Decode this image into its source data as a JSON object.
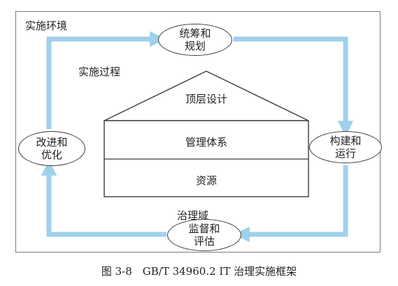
{
  "environment_label": "实施环境",
  "process_label": "实施过程",
  "domain_label": "治理域",
  "cycle": {
    "plan": [
      "统筹和",
      "规划"
    ],
    "build": [
      "构建和",
      "运行"
    ],
    "monitor": [
      "监督和",
      "评估"
    ],
    "improve": [
      "改进和",
      "优化"
    ]
  },
  "house": {
    "roof": "顶层设计",
    "middle": "管理体系",
    "bottom": "资源"
  },
  "caption": "图 3-8　GB/T 34960.2 IT 治理实施框架",
  "colors": {
    "arrow": "#9fd0ec",
    "arrow_edge": "#6fb6de"
  }
}
